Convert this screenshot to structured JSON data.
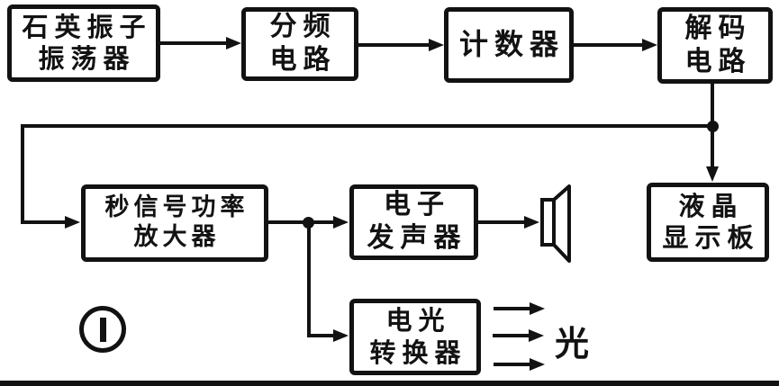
{
  "diagram": {
    "ink_color": "#121212",
    "background_color": "#ffffff",
    "figure_marker": "1",
    "boxes": [
      {
        "id": "quartz-oscillator",
        "lines": [
          "石英振子",
          "振荡器"
        ]
      },
      {
        "id": "frequency-divider-circuit",
        "lines": [
          "分频",
          "电路"
        ]
      },
      {
        "id": "counter",
        "lines": [
          "计数器"
        ]
      },
      {
        "id": "decoder-circuit",
        "lines": [
          "解码",
          "电路"
        ]
      },
      {
        "id": "seconds-signal-power-amplifier",
        "lines": [
          "秒信号功率",
          "放大器"
        ]
      },
      {
        "id": "electronic-sounder",
        "lines": [
          "电子",
          "发声器"
        ]
      },
      {
        "id": "lcd-display-panel",
        "lines": [
          "液晶",
          "显示板"
        ]
      },
      {
        "id": "electro-optical-converter",
        "lines": [
          "电光",
          "转换器"
        ]
      }
    ],
    "labels": {
      "light": "光"
    },
    "icons": [
      {
        "name": "speaker-icon",
        "meaning": "loudspeaker sound output"
      },
      {
        "name": "light-rays-icon",
        "meaning": "three arrows of emitted light"
      }
    ]
  }
}
